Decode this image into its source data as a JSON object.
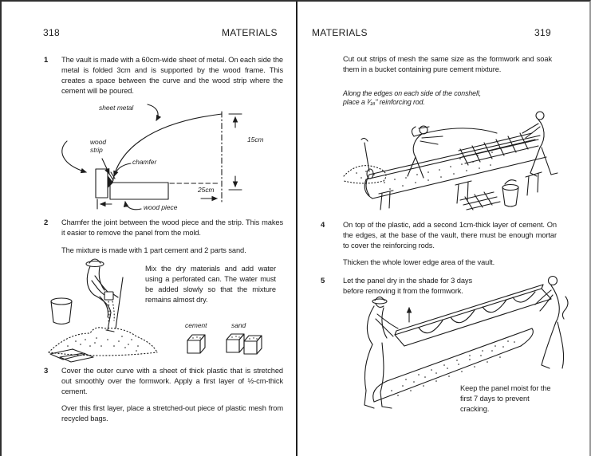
{
  "style": {
    "ink": "#1c1c1c",
    "paper": "#ffffff",
    "frame_border": "#2f2f2f"
  },
  "left": {
    "page_number": "318",
    "header": "MATERIALS",
    "item1": {
      "num": "1",
      "p1": "The vault is made with a 60cm-wide sheet of metal. On each side the metal is folded 3cm and is supported by the wood frame. This creates a space between the curve and the wood strip where the cement will be poured."
    },
    "diagram": {
      "sheet_metal": "sheet metal",
      "wood_strip": "wood strip",
      "chamfer": "chamfer",
      "height_dim": "15cm",
      "width_dim": "25cm",
      "wood_piece": "wood piece"
    },
    "item2": {
      "num": "2",
      "p1": "Chamfer the joint between the wood piece and the strip. This makes it easier to remove the panel from the mold.",
      "p2": "The mixture is made with 1 part cement and 2 parts sand."
    },
    "mix_note": "Mix the dry materials and add water using a perforated can. The water must be added slowly so that the mixture remains almost dry.",
    "cubes": {
      "cement": "cement",
      "sand": "sand"
    },
    "item3": {
      "num": "3",
      "p1": "Cover the outer curve with a sheet of thick plastic that is stretched out smoothly over the formwork. Apply a first layer of ½-cm-thick cement.",
      "p2": "Over this first layer, place a stretched-out piece of plastic mesh from recycled bags."
    }
  },
  "right": {
    "header": "MATERIALS",
    "page_number": "319",
    "intro": "Cut out strips of mesh the same size as the formwork and soak them in a bucket containing pure cement mixture.",
    "note": "Along the edges on each side of the conshell, place a ³⁄₁₆\" reinforcing rod.",
    "item4": {
      "num": "4",
      "p1": "On top of the plastic, add a second 1cm-thick layer of cement. On the edges, at the base of the vault, there must be enough mortar to cover the reinforcing rods.",
      "p2": "Thicken the whole lower edge area of the vault."
    },
    "item5": {
      "num": "5",
      "p1": "Let the panel dry in the shade for 3 days before removing it from the formwork."
    },
    "caption": "Keep the panel moist for the first 7 days to prevent cracking."
  }
}
